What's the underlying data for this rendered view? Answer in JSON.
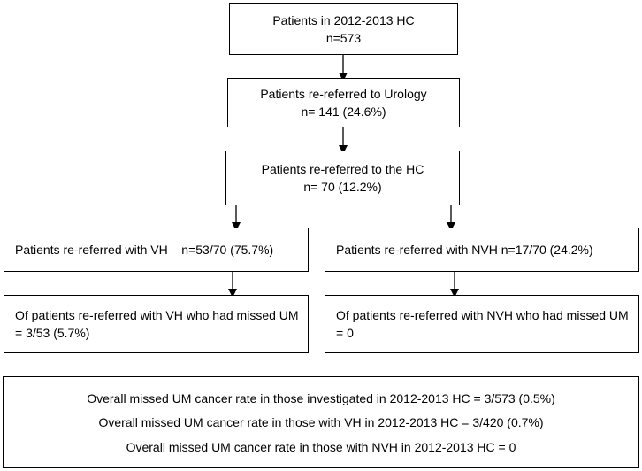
{
  "boxes": {
    "patients_hc": {
      "line1": "Patients in 2012-2013 HC",
      "line2": "n=573"
    },
    "urology": {
      "line1": "Patients re-referred to Urology",
      "line2": "n= 141 (24.6%)"
    },
    "re_hc": {
      "line1": "Patients re-referred to the HC",
      "line2": "n= 70 (12.2%)"
    },
    "vh": {
      "text": "Patients re-referred with VH    n=53/70 (75.7%)"
    },
    "nvh": {
      "text": "Patients re-referred with NVH n=17/70 (24.2%)"
    },
    "vh_missed": {
      "text": "Of patients re-referred with VH who had missed UM = 3/53 (5.7%)"
    },
    "nvh_missed": {
      "text": "Of patients re-referred with NVH who had missed UM = 0"
    }
  },
  "summary": {
    "line1": "Overall missed UM cancer rate in those investigated in 2012-2013 HC = 3/573 (0.5%)",
    "line2": "Overall missed UM cancer rate in those with VH in 2012-2013 HC = 3/420 (0.7%)",
    "line3": "Overall missed UM cancer rate in those with NVH in 2012-2013 HC = 0"
  }
}
